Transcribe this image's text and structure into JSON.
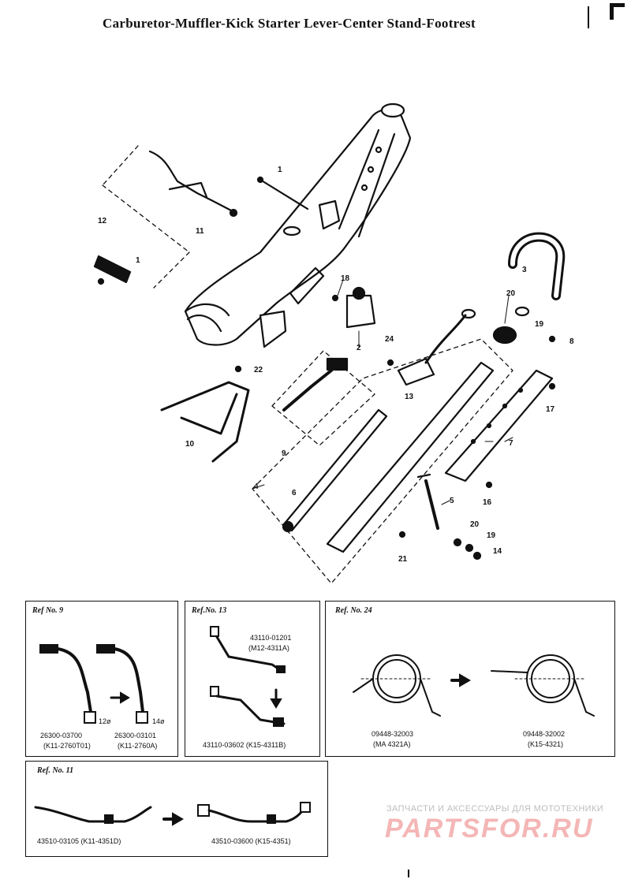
{
  "title": "Carburetor-Muffler-Kick Starter Lever-Center Stand-Footrest",
  "callouts": [
    {
      "id": "c1a",
      "text": "1"
    },
    {
      "id": "c1b",
      "text": "1"
    },
    {
      "id": "c2",
      "text": "2"
    },
    {
      "id": "c3",
      "text": "3"
    },
    {
      "id": "c4",
      "text": "4"
    },
    {
      "id": "c5",
      "text": "5"
    },
    {
      "id": "c6",
      "text": "6"
    },
    {
      "id": "c7",
      "text": "7"
    },
    {
      "id": "c8",
      "text": "8"
    },
    {
      "id": "c9",
      "text": "9"
    },
    {
      "id": "c10",
      "text": "10"
    },
    {
      "id": "c11",
      "text": "11"
    },
    {
      "id": "c12",
      "text": "12"
    },
    {
      "id": "c13",
      "text": "13"
    },
    {
      "id": "c14",
      "text": "14"
    },
    {
      "id": "c16",
      "text": "16"
    },
    {
      "id": "c17",
      "text": "17"
    },
    {
      "id": "c18",
      "text": "18"
    },
    {
      "id": "c19a",
      "text": "19"
    },
    {
      "id": "c19b",
      "text": "19"
    },
    {
      "id": "c20a",
      "text": "20"
    },
    {
      "id": "c20b",
      "text": "20"
    },
    {
      "id": "c21",
      "text": "21"
    },
    {
      "id": "c22",
      "text": "22"
    },
    {
      "id": "c24",
      "text": "24"
    }
  ],
  "ref9": {
    "label": "Ref No. 9",
    "left_pn": "26300-03700",
    "left_code": "(K11-2760T01)",
    "right_pn": "26300-03101",
    "right_code": "(K11-2760A)",
    "note_left": "12ø",
    "note_right": "14ø"
  },
  "ref13": {
    "label": "Ref.No. 13",
    "top_pn": "43110-01201",
    "top_code": "(M12-4311A)",
    "bottom_pn": "43110-03602",
    "bottom_code": "(K15-4311B)"
  },
  "ref24": {
    "label": "Ref. No. 24",
    "left_pn": "09448-32003",
    "left_code": "(MA 4321A)",
    "right_pn": "09448-32002",
    "right_code": "(K15-4321)"
  },
  "ref11": {
    "label": "Ref. No. 11",
    "left_pn": "43510-03105 (K11-4351D)",
    "right_pn": "43510-03600 (K15-4351)"
  },
  "watermark": {
    "tagline": "ЗАПЧАСТИ И АКСЕССУАРЫ ДЛЯ МОТОТЕХНИКИ",
    "logo": "PARTSFOR.RU"
  }
}
